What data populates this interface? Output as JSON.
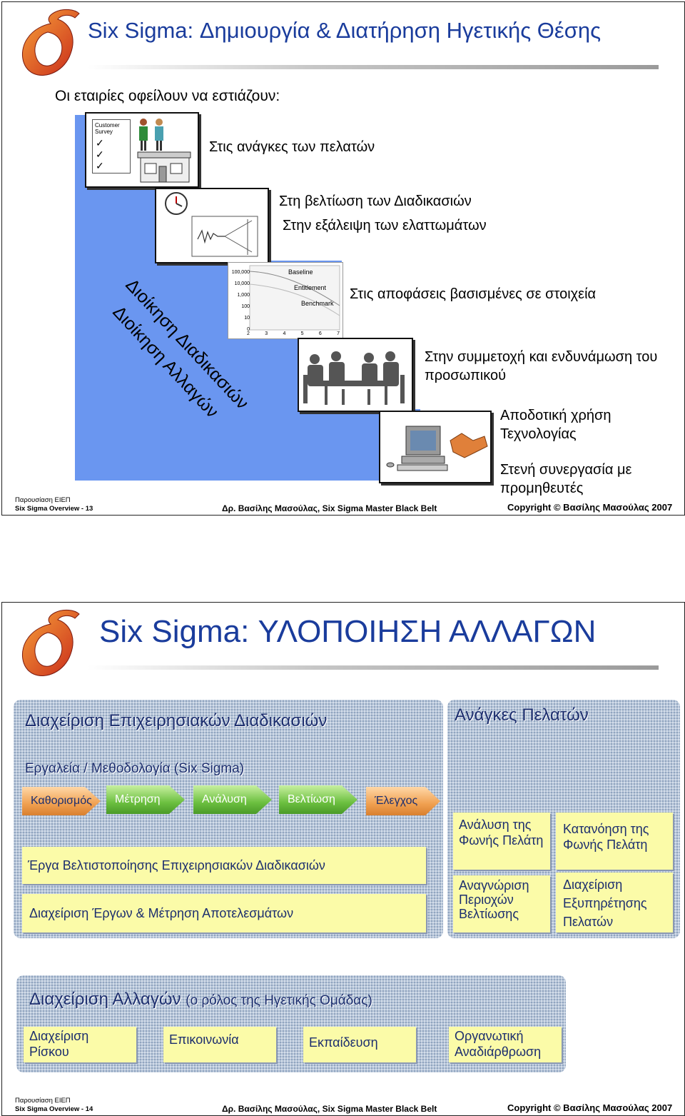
{
  "slide1": {
    "title": "Six Sigma: Δημιουργία & Διατήρηση Ηγετικής Θέσης",
    "subtitle": "Οι εταιρίες οφείλουν να εστιάζουν:",
    "survey_label": "Customer Survey",
    "items": [
      "Στις ανάγκες των πελατών",
      "Στη βελτίωση των Διαδικασιών",
      "Στην εξάλειψη των ελαττωμάτων",
      "Στις αποφάσεις βασισμένες σε στοιχεία",
      "Στην συμμετοχή και ενδυνάμωση του προσωπικού",
      "Αποδοτική χρήση Τεχνολογίας",
      "Στενή συνεργασία με προμηθευτές"
    ],
    "rotated_1": "Διοίκηση Διαδικασιών",
    "rotated_2": "Διοίκηση Αλλαγών",
    "mini_chart": {
      "y_ticks": [
        "100,000",
        "10,000",
        "1,000",
        "100",
        "10",
        "0"
      ],
      "x_ticks": [
        "2",
        "3",
        "4",
        "5",
        "6",
        "7"
      ],
      "labels": [
        "Baseline",
        "Entitlement",
        "Benchmark"
      ]
    },
    "footer_left_1": "Παρουσίαση ΕΙΕΠ",
    "footer_left_2": "Six Sigma Overview - 13",
    "footer_mid": "Δρ. Βασίλης Μασούλας, Six Sigma Master Black Belt",
    "footer_right": "Copyright © Βασίλης Μασούλας 2007"
  },
  "slide2": {
    "title": "Six Sigma: ΥΛΟΠΟΙΗΣΗ ΑΛΛΑΓΩΝ",
    "panel_left_title": "Διαχείριση Επιχειρησιακών Διαδικασιών",
    "tools_label": "Εργαλεία / Μεθοδολογία (Six Sigma)",
    "dmaic": [
      "Καθορισμός",
      "Μέτρηση",
      "Ανάλυση",
      "Βελτίωση",
      "Έλεγχος"
    ],
    "box_projects": "Έργα Βελτιστοποίησης Επιχειρησιακών Διαδικασιών",
    "box_measure": "Διαχείριση Έργων & Μέτρηση Αποτελεσμάτων",
    "panel_right_title": "Ανάγκες Πελατών",
    "right_boxes": [
      "Ανάλυση της Φωνής Πελάτη",
      "Κατανόηση της Φωνής Πελάτη",
      "Αναγνώριση Περιοχών Βελτίωσης",
      "Διαχείριση Εξυπηρέτησης Πελατών"
    ],
    "panel_bottom_title": "Διαχείριση Αλλαγών",
    "panel_bottom_sub": "(ο ρόλος της Ηγετικής Ομάδας)",
    "bottom_boxes": [
      "Διαχείριση Ρίσκου",
      "Επικοινωνία",
      "Εκπαίδευση",
      "Οργανωτική Αναδιάρθρωση"
    ],
    "footer_left_1": "Παρουσίαση ΕΙΕΠ",
    "footer_left_2": "Six Sigma Overview - 14",
    "footer_mid": "Δρ. Βασίλης Μασούλας, Six Sigma Master Black Belt",
    "footer_right": "Copyright © Βασίλης Μασούλας 2007"
  },
  "colors": {
    "title_blue": "#1a3c9c",
    "stair_blue": "#6a96f0",
    "panel_grey": "#b9c7d9",
    "box_yellow": "#fbfba8",
    "arrow_orange": "#f0a050",
    "arrow_green": "#6cc040",
    "sigma_red": "#e0401a"
  }
}
